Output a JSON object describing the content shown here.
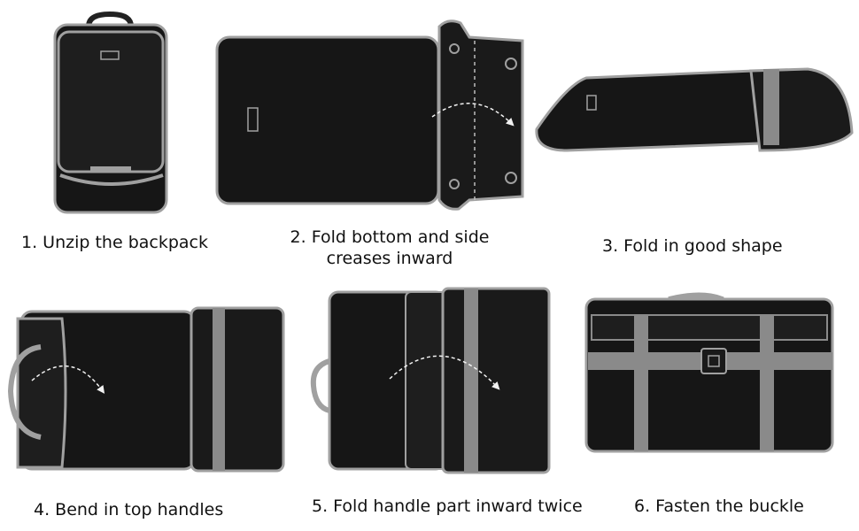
{
  "steps": [
    {
      "label": "1. Unzip the backpack",
      "lines": [
        "1. Unzip the backpack"
      ]
    },
    {
      "label": "2. Fold bottom and side creases inward",
      "lines": [
        "2. Fold bottom and side",
        "creases inward"
      ]
    },
    {
      "label": "3. Fold in good shape",
      "lines": [
        "3. Fold in good shape"
      ]
    },
    {
      "label": "4. Bend in top handles",
      "lines": [
        "4. Bend in top handles"
      ]
    },
    {
      "label": "5. Fold handle part inward twice",
      "lines": [
        "5. Fold handle part inward twice"
      ]
    },
    {
      "label": "6. Fasten the buckle",
      "lines": [
        "6. Fasten the buckle"
      ]
    }
  ],
  "colors": {
    "bag_body": "#161616",
    "bag_panel": "#1e1e1e",
    "trim": "#a0a0a0",
    "strap": "#8a8a8a",
    "arrow": "#f2f2f2",
    "background": "#ffffff"
  }
}
